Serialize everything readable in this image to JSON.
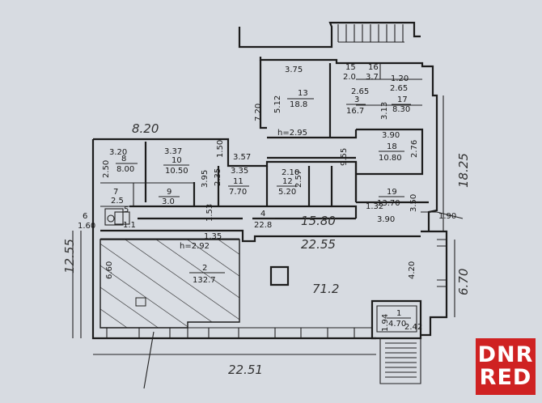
{
  "watermark": {
    "line1": "DNR",
    "line2": "RED",
    "color": "#cf2222"
  },
  "plan": {
    "rooms": [
      {
        "id": "13",
        "area": "18.8"
      },
      {
        "id": "15",
        "area": "2.0"
      },
      {
        "id": "16",
        "area": "3.7"
      },
      {
        "id": "3",
        "area": "16.7"
      },
      {
        "id": "17",
        "area": "8.30"
      },
      {
        "id": "18",
        "area": "10.80"
      },
      {
        "id": "19",
        "area": "13.70"
      },
      {
        "id": "8",
        "area": "8.00"
      },
      {
        "id": "10",
        "area": "10.50"
      },
      {
        "id": "11",
        "area": "7.70"
      },
      {
        "id": "12",
        "area": "5.20"
      },
      {
        "id": "9",
        "area": "3.0"
      },
      {
        "id": "7",
        "area": "2.5"
      },
      {
        "id": "4",
        "area": "22.8"
      },
      {
        "id": "2",
        "area": "132.7"
      },
      {
        "id": "1",
        "area": "4.70"
      },
      {
        "id": "6",
        "area": "1.60"
      },
      {
        "id": "5",
        "area": "1.1"
      }
    ],
    "dims": [
      "3.75",
      "1.20",
      "2.65",
      "2.65",
      "7.20",
      "5.12",
      "h=2.95",
      "3.13",
      "3.90",
      "2.76",
      "9.55",
      "1.32",
      "3.90",
      "3.50",
      "1.90",
      "18.25",
      "8.20",
      "3.20",
      "2.50",
      "3.37",
      "1.50",
      "3.57",
      "3.35",
      "2.35",
      "3.95",
      "2.10",
      "2.57",
      "1.53",
      "15.80",
      "22.55",
      "12.55",
      "6.60",
      "h=2.92",
      "1.35",
      "4.20",
      "6.70",
      "1.94",
      "2.42",
      "22.51"
    ],
    "total_area": "71.2"
  }
}
